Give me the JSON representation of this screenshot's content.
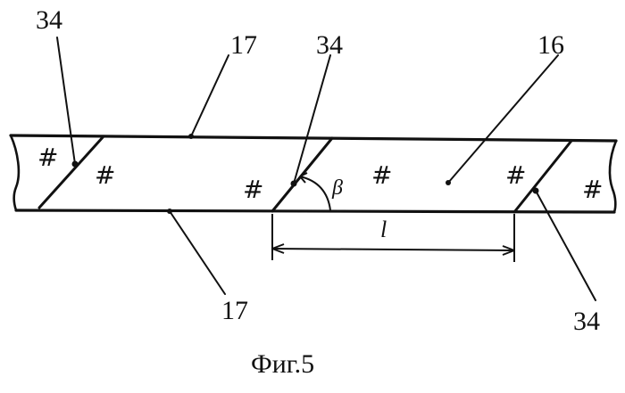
{
  "figure": {
    "caption": "Фиг.5",
    "hatch_symbol": "#",
    "angle_symbol": "β",
    "dimension_symbol": "l",
    "labels": {
      "strip_upper_edge": "17",
      "strip_lower_edge": "17",
      "cut_left": "34",
      "cut_middle": "34",
      "cut_right": "34",
      "inner_surface": "16"
    }
  },
  "colors": {
    "ink": "#111111",
    "background": "#ffffff"
  }
}
